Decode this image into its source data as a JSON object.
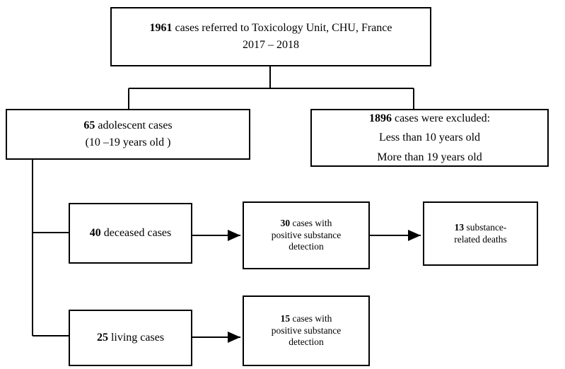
{
  "nodes": {
    "referred": {
      "count": "1961",
      "text": "cases referred to Toxicology Unit, CHU, France",
      "years": "2017 – 2018"
    },
    "adolescent": {
      "count": "65",
      "text": "adolescent cases",
      "range": "(10 –19 years old )"
    },
    "excluded": {
      "count": "1896",
      "text": "cases were excluded:",
      "line2": "Less than 10 years old",
      "line3": "More than 19 years old"
    },
    "deceased": {
      "count": "40",
      "text": "deceased cases"
    },
    "deceased_positive": {
      "count": "30",
      "text": "cases with",
      "line2": "positive substance",
      "line3": "detection"
    },
    "deaths": {
      "count": "13",
      "text": "substance-",
      "line2": "related deaths"
    },
    "living": {
      "count": "25",
      "text": "living cases"
    },
    "living_positive": {
      "count": "15",
      "text": "cases with",
      "line2": "positive substance",
      "line3": "detection"
    }
  },
  "colors": {
    "line": "#000000",
    "box_border": "#000000",
    "background": "#ffffff"
  }
}
